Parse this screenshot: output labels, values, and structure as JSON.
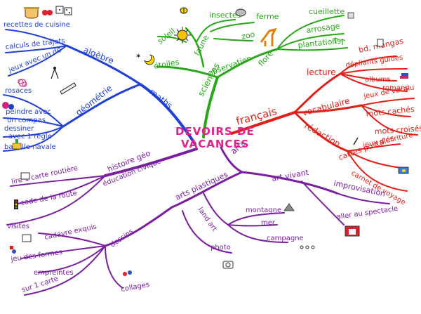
{
  "title": {
    "line1": "DEVOIRS DE",
    "line2": "VACANCES",
    "color": "#e0208c"
  },
  "colors": {
    "maths": "#1f3fd6",
    "sciences": "#27a817",
    "francais": "#e02018",
    "arts": "#7a1fa0"
  },
  "maths": {
    "main": "maths",
    "algebre": "algèbre",
    "recettes": "recettes de cuisine",
    "trajets": "calculs de trajets",
    "jeux1": "jeux avec un dé",
    "geometrie": "géométrie",
    "rosaces": "rosaces",
    "peindre1": "peindre avec",
    "peindre2": "un compas",
    "dessiner1": "dessiner",
    "dessiner2": "avec 1 règle",
    "bataille": "bataille navale"
  },
  "sciences": {
    "main": "sciences",
    "observation": "observation",
    "faune": "faune",
    "soleil": "soleil",
    "etoiles": "étoiles",
    "insectes": "insectes",
    "ferme": "ferme",
    "zoo": "zoo",
    "flore": "flore",
    "cueillette": "cueillette",
    "arrosage": "arrosage",
    "plantations": "plantations"
  },
  "francais": {
    "main": "français",
    "lecture": "lecture",
    "bd": "bd, mangas",
    "depliants": "dépliants guides",
    "albums": "albums",
    "romans": "romans",
    "vocabulaire": "vocabulaire",
    "vocalu": "jeux de vocalu",
    "mots_caches": "mots cachés",
    "mots_croises": "mots croisés",
    "redaction": "rédaction",
    "jeux_ecriture": "jeux d'écriture",
    "cartes": "cartes postales",
    "carnet": "carnet de voyage"
  },
  "arts": {
    "main": "arts",
    "hist": "histoire géo",
    "educ": "éducation civique",
    "lire": "lire 1 carte routière",
    "code": "code de la route",
    "visites": "visites",
    "arts_plastiques": "arts plastiques",
    "land_art": "land art",
    "montagne": "montagne",
    "mer": "mer",
    "campagne": "campagne",
    "photo": "photo",
    "dessins": "dessins",
    "cadavre": "cadavre exquis",
    "jeu_formes": "jeu des formes",
    "empreintes": "empreintes",
    "sur_carte": "sur 1 carte",
    "collages": "collages",
    "art_vivant": "art vivant",
    "improvisation": "improvisation",
    "aller_spectacle": "aller au spectacle"
  }
}
